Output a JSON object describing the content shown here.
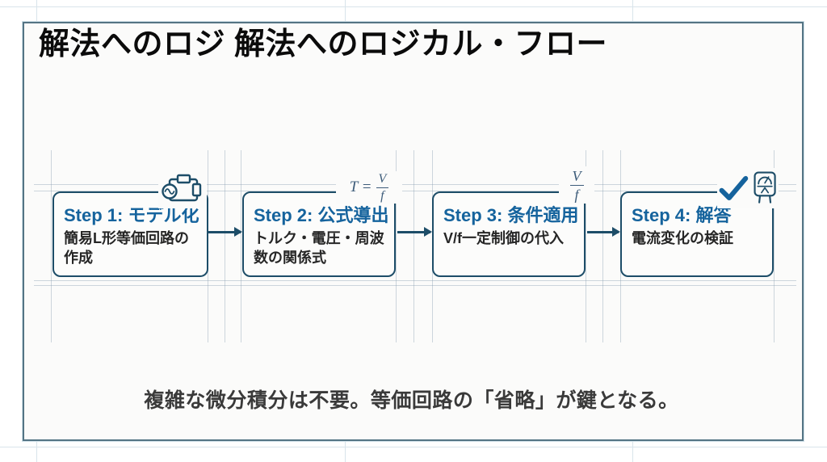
{
  "slide": {
    "title": "解法へのロジ 解法へのロジカル・フロー",
    "footer_note": "複雑な微分積分は不要。等価回路の「省略」が鍵となる。"
  },
  "flow": {
    "steps": [
      {
        "title": "Step 1: モデル化",
        "description": "簡易L形等価回路の作成",
        "icon": "circuit-icon"
      },
      {
        "title": "Step 2: 公式導出",
        "description": "トルク・電圧・周波数の関係式",
        "icon": "torque-formula"
      },
      {
        "title": "Step 3: 条件適用",
        "description": "V/f一定制御の代入",
        "icon": "vf-ratio-formula"
      },
      {
        "title": "Step 4: 解答",
        "description": "電流変化の検証",
        "icon": "check-meter-icon"
      }
    ],
    "formulas": {
      "step2": {
        "prefix": "T =",
        "num": "V",
        "den": "f"
      },
      "step3": {
        "num": "V",
        "den": "f"
      }
    }
  },
  "colors": {
    "step_title_blue": "#15639d",
    "box_border_navy": "#1d4d68",
    "formula_slate": "#3d5c7a",
    "body_text": "#262626",
    "footer_text": "#3a3a3a",
    "card_border": "#547484",
    "card_background": "#fbfbfa",
    "guide_line": "#8098ac"
  }
}
